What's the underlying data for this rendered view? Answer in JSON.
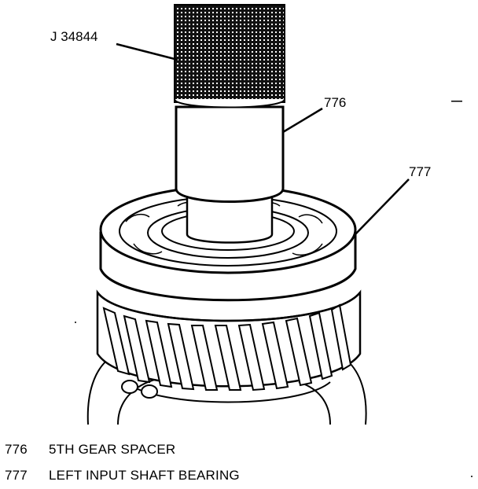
{
  "callouts": {
    "tool": "J 34844",
    "spacer": "776",
    "bearing": "777"
  },
  "legend": [
    {
      "num": "776",
      "label": "5TH GEAR SPACER"
    },
    {
      "num": "777",
      "label": "LEFT INPUT SHAFT BEARING"
    }
  ],
  "colors": {
    "ink": "#000000",
    "paper": "#ffffff"
  }
}
